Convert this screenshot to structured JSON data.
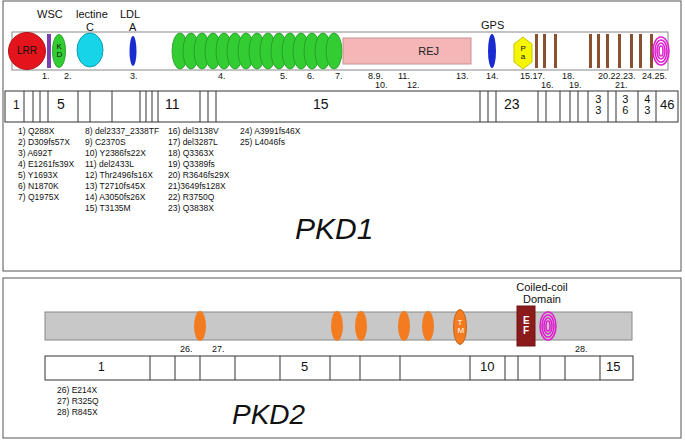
{
  "diagram": {
    "nodes": [
      {
        "text": [
          "LRR"
        ]
      },
      {
        "text": [
          "KD"
        ]
      },
      {
        "text": [
          "REJ"
        ]
      },
      {
        "text": [
          "P a"
        ]
      },
      {
        "text": [
          "TM"
        ]
      },
      {
        "text": [
          "EF"
        ]
      }
    ],
    "labels": [
      "WSC",
      "lectine",
      "LDL",
      "C",
      "A",
      "GPS",
      "1.",
      "2.",
      "3.",
      "4.",
      "5.",
      "6.",
      "7.",
      "8.9.",
      "10.",
      "11.",
      "12.",
      "13.",
      "14.",
      "15.17.",
      "16.",
      "18.",
      "19.",
      "20.22.23.",
      "21.",
      "24.25.",
      "1",
      "5",
      "11",
      "15",
      "23",
      "33",
      "36",
      "43",
      "46",
      "1) Q288X",
      "2) D309fs57X",
      "3) A692T",
      "4) E1261fs39X",
      "5) Y1693X",
      "6) N1870K",
      "7) Q1975X",
      "8) del2337_2338TF",
      "9) C2370S",
      "10) Y2386fs22X",
      "11) del2433L",
      "12) Thr2496fs16X",
      "13) T2710fs45X",
      "14) A3050fs26X",
      "15) T3135M",
      "16) del3138V",
      "17) del3287L",
      "18) Q3363X",
      "19) Q3389fs",
      "20) R3646fs29X",
      "21)3649fs128X",
      "22) R3750Q",
      "23) Q3838X",
      "24) A3991fs46X",
      "25) L4046fs",
      "PKD1",
      "Coiled-coil Domain",
      "26.",
      "27.",
      "28.",
      "1",
      "5",
      "10",
      "15",
      "26) E214X",
      "27) R325Q",
      "28) R845X",
      "PKD2"
    ]
  }
}
